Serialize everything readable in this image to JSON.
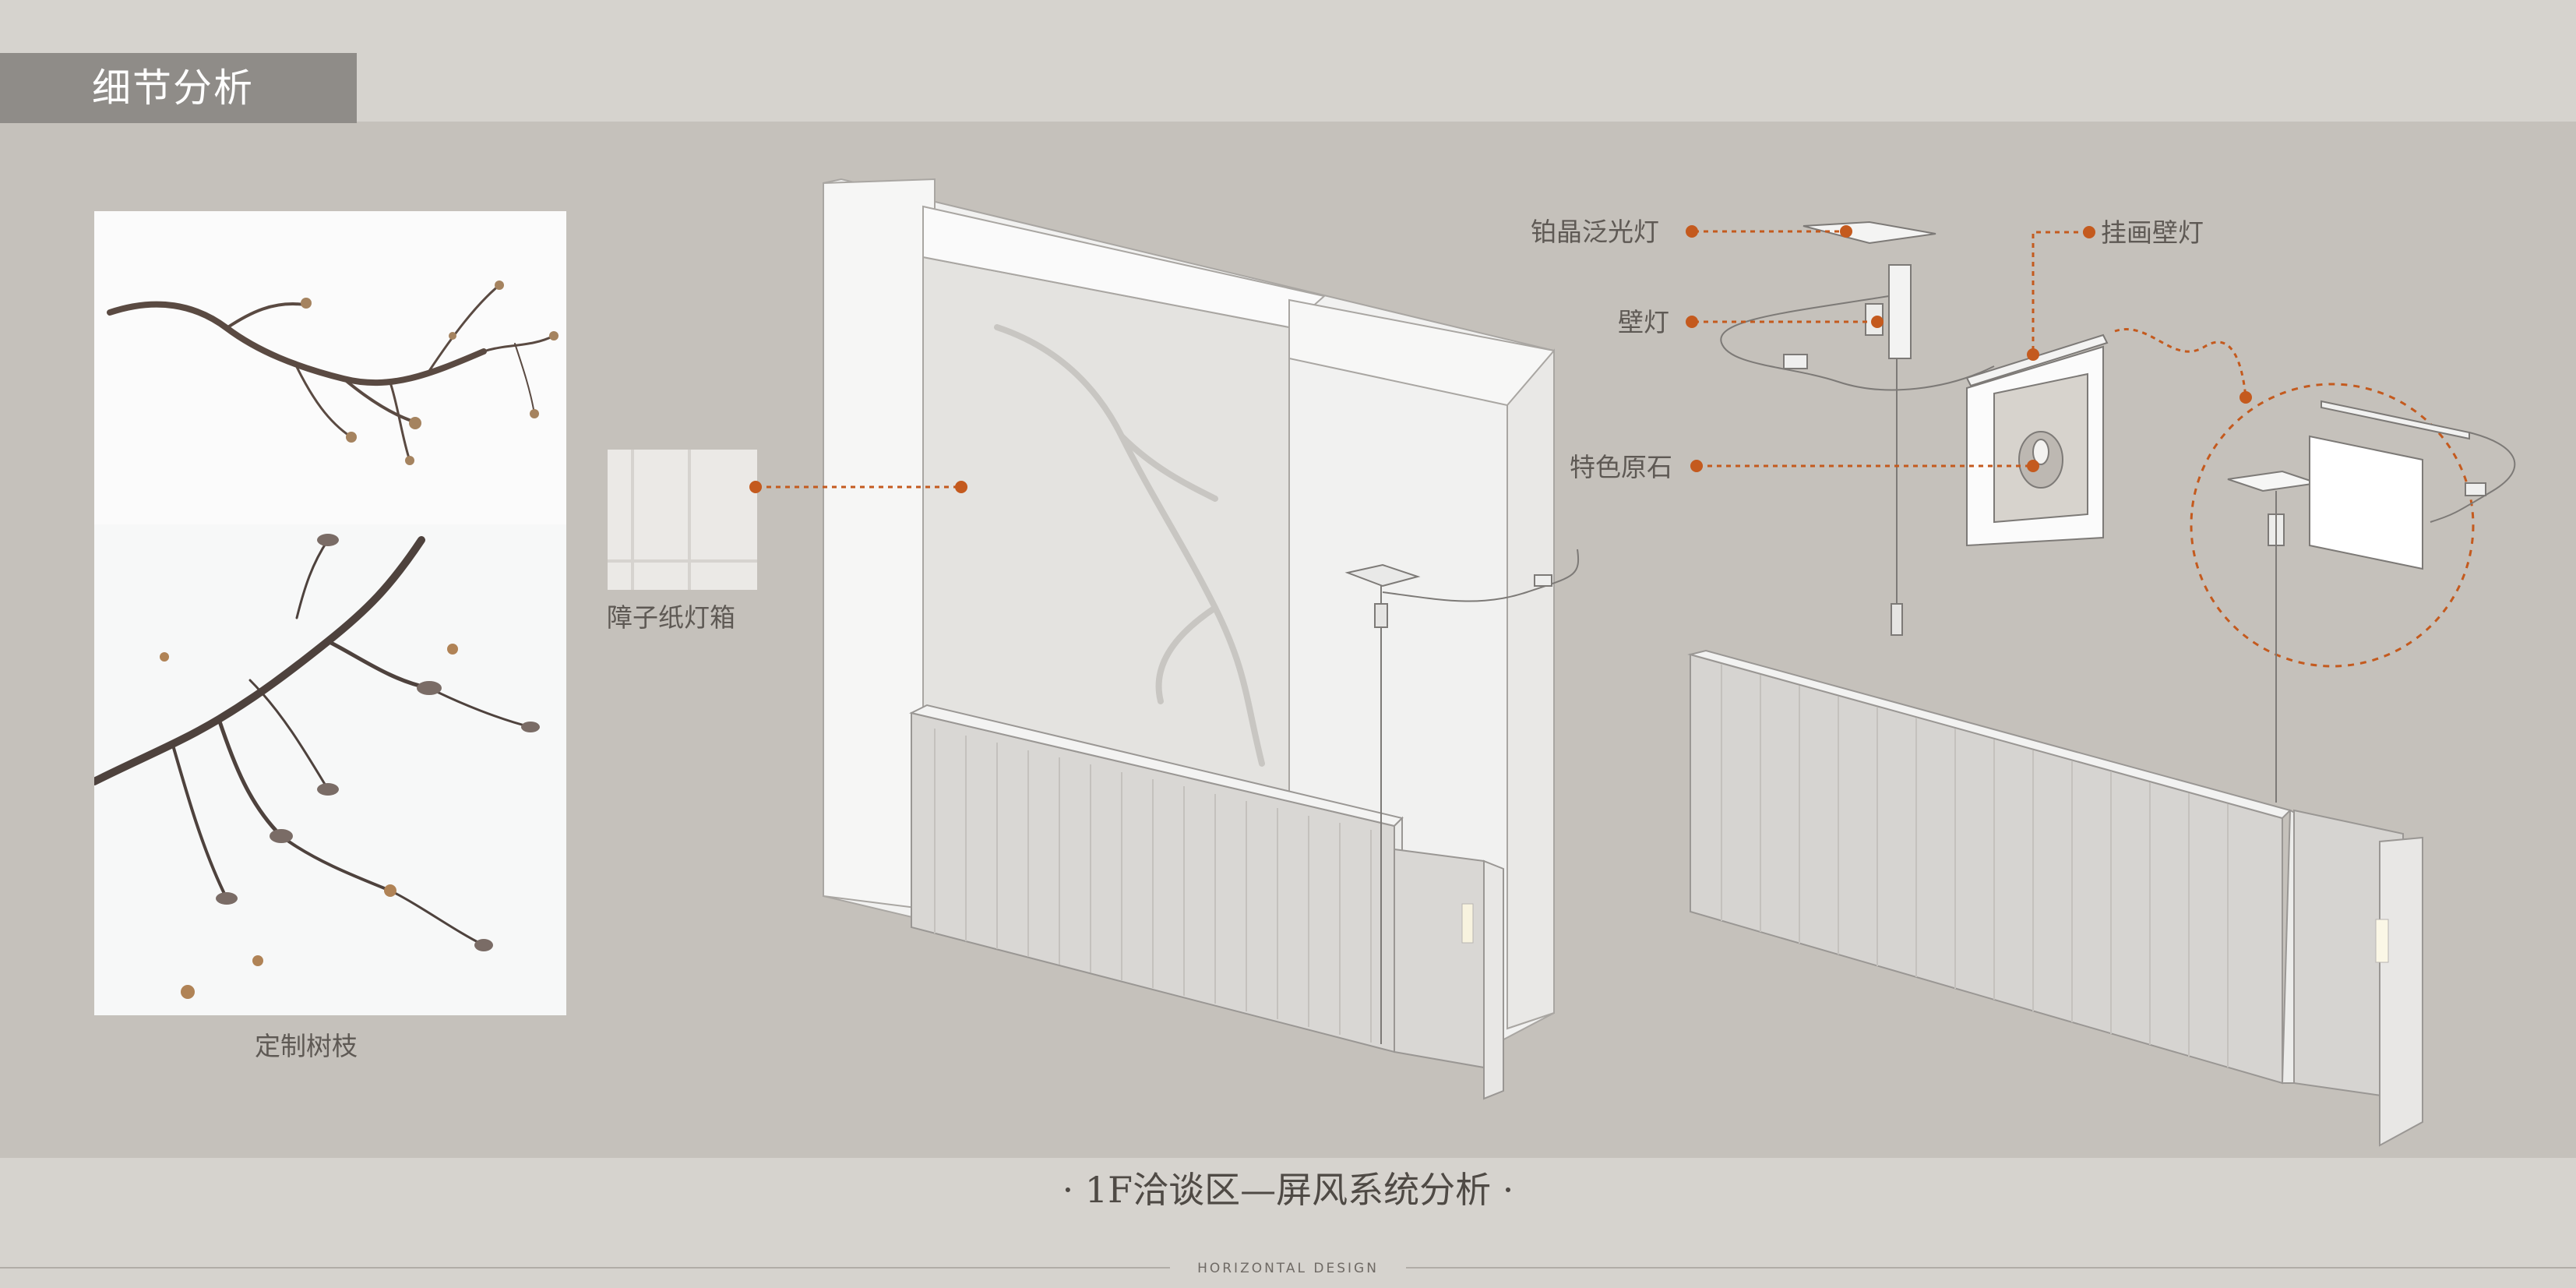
{
  "header": {
    "section_title": "细节分析"
  },
  "photos": {
    "caption": "定制树枝"
  },
  "swatch": {
    "caption": "障子纸灯箱"
  },
  "callouts": {
    "floodlight": "铂晶泛光灯",
    "wall_lamp": "壁灯",
    "feature_stone": "特色原石",
    "picture_lamp": "挂画壁灯"
  },
  "footer": {
    "title": "· 1F洽谈区—屏风系统分析 ·",
    "brand": "HORIZONTAL DESIGN"
  },
  "colors": {
    "background": "#c5c1bb",
    "band": "#d6d3ce",
    "tag": "#8f8c88",
    "callout_orange": "#c45a1e",
    "panel_white": "#f3f3f2"
  }
}
